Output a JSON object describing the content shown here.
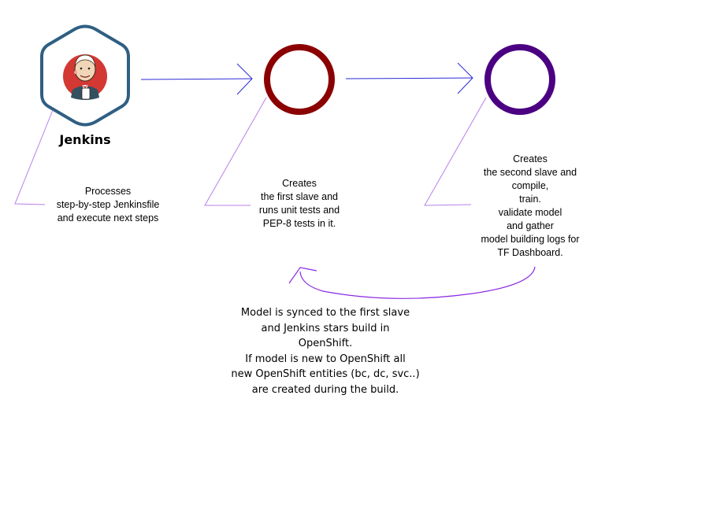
{
  "jenkins": {
    "title": "Jenkins",
    "logo_icon": "jenkins-butler-icon",
    "ring_color": "#2f5f83"
  },
  "stage1": {
    "ring_color": "#8b0000",
    "lines": [
      "Processes",
      "step-by-step Jenkinsfile",
      "and execute next steps"
    ]
  },
  "stage2": {
    "ring_color": "#8b0000",
    "lines": [
      "Creates",
      "the first slave and",
      "runs unit tests and",
      "PEP-8 tests in it."
    ]
  },
  "stage3": {
    "ring_color": "#4b0082",
    "lines": [
      "Creates",
      "the second slave and",
      "compile,",
      "train.",
      "validate model",
      "and gather",
      "model building logs for",
      "TF Dashboard."
    ]
  },
  "feedback": {
    "lines": [
      "Model is synced to the first slave",
      "and Jenkins stars build in",
      "OpenShift.",
      "If model is new to OpenShift all",
      "new OpenShift entities (bc, dc, svc..)",
      "are created during the build."
    ]
  },
  "colors": {
    "arrow_blue": "#2b2bd6",
    "callout_purple": "#b77fe8",
    "feedback_purple": "#8a2be2"
  }
}
